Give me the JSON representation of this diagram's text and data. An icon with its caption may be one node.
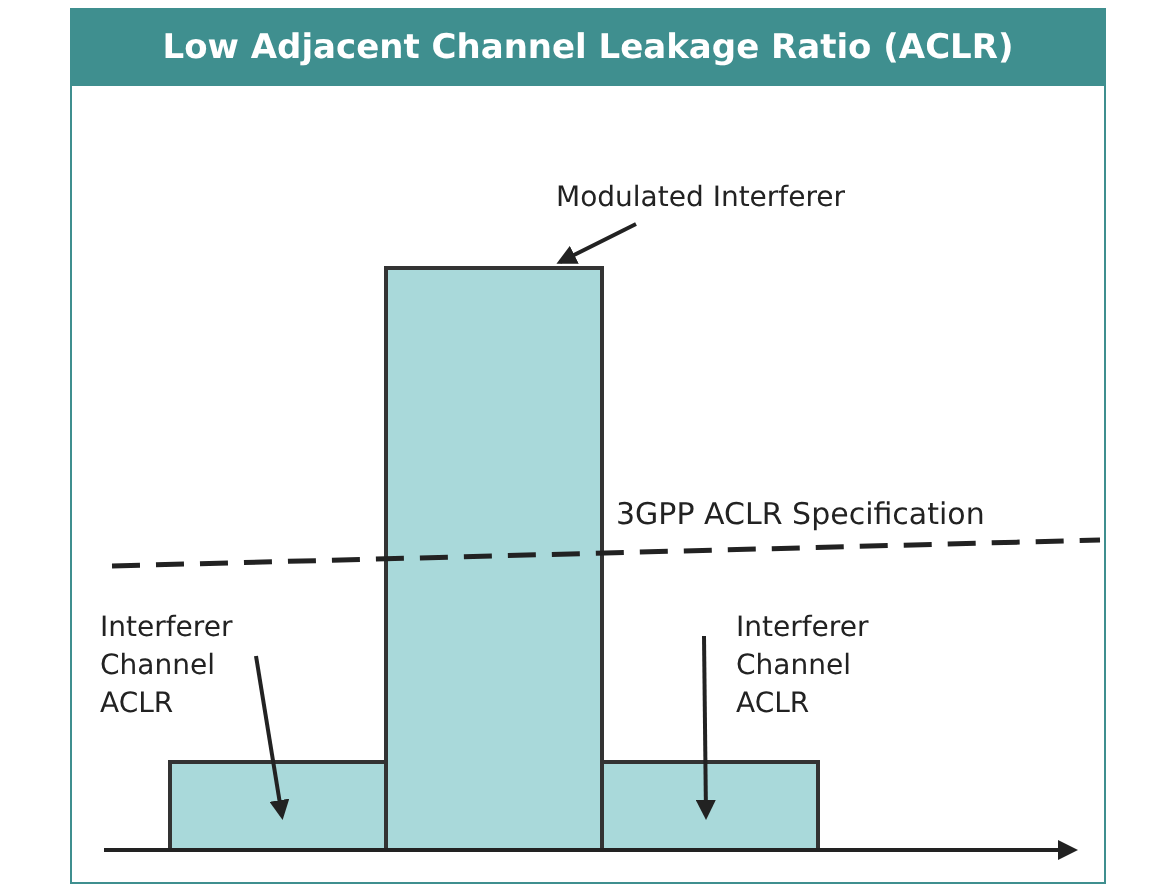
{
  "diagram": {
    "title": "Low Adjacent Channel Leakage Ratio (ACLR)",
    "nodes": [
      {
        "text": [
          "Modulated Interferer"
        ]
      },
      {
        "text": [
          "Interferer Channel ACLR"
        ]
      },
      {
        "text": [
          "Interferer Channel ACLR"
        ]
      },
      {
        "text": [],
        "shape": "bar"
      },
      {
        "text": [],
        "shape": "bar"
      },
      {
        "text": [],
        "shape": "bar"
      }
    ],
    "edges": [
      {
        "from": 0,
        "to": 4,
        "arrow": "to"
      },
      {
        "from": 1,
        "to": 3,
        "arrow": "to"
      },
      {
        "from": 2,
        "to": 5,
        "arrow": "to"
      }
    ],
    "labels": [
      "3GPP ACLR Specification"
    ]
  }
}
